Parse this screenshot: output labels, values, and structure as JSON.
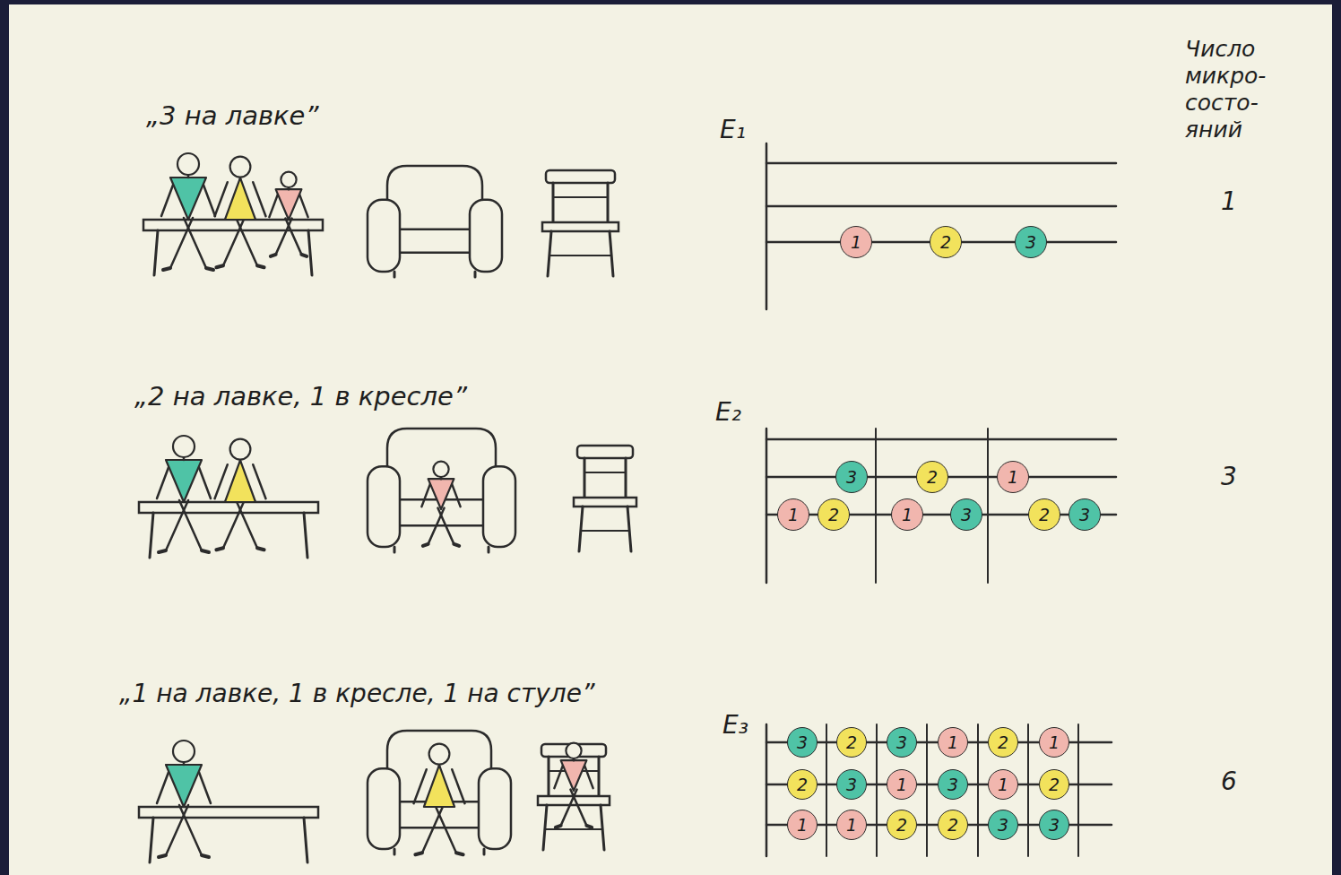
{
  "diagram": {
    "nodes": [
      {
        "text": [
          "1"
        ]
      },
      {
        "text": [
          "2"
        ]
      },
      {
        "text": [
          "3"
        ]
      },
      {
        "text": [
          "3"
        ]
      },
      {
        "text": [
          "2"
        ]
      },
      {
        "text": [
          "1"
        ]
      },
      {
        "text": [
          "1"
        ]
      },
      {
        "text": [
          "2"
        ]
      },
      {
        "text": [
          "1"
        ]
      },
      {
        "text": [
          "3"
        ]
      },
      {
        "text": [
          "2"
        ]
      },
      {
        "text": [
          "3"
        ]
      },
      {
        "text": [
          "3"
        ]
      },
      {
        "text": [
          "2"
        ]
      },
      {
        "text": [
          "3"
        ]
      },
      {
        "text": [
          "1"
        ]
      },
      {
        "text": [
          "2"
        ]
      },
      {
        "text": [
          "1"
        ]
      },
      {
        "text": [
          "2"
        ]
      },
      {
        "text": [
          "3"
        ]
      },
      {
        "text": [
          "1"
        ]
      },
      {
        "text": [
          "3"
        ]
      },
      {
        "text": [
          "1"
        ]
      },
      {
        "text": [
          "2"
        ]
      },
      {
        "text": [
          "1"
        ]
      },
      {
        "text": [
          "1"
        ]
      },
      {
        "text": [
          "2"
        ]
      },
      {
        "text": [
          "2"
        ]
      },
      {
        "text": [
          "3"
        ]
      },
      {
        "text": [
          "3"
        ]
      }
    ],
    "labels": [
      "Число микро- состо- яний",
      "„3 на лавке”",
      "E₁",
      "1",
      "„2 на лавке, 1 в кресле”",
      "E₂",
      "3",
      "„1 на лавке, 1 в кресле, 1 на стуле”",
      "E₃",
      "6"
    ]
  }
}
